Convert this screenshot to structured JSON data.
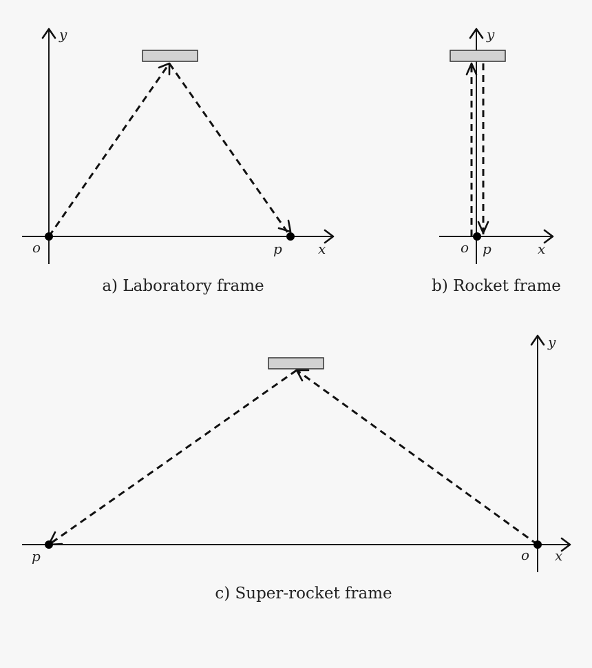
{
  "panels": {
    "a": {
      "caption": "a) Laboratory frame",
      "labels": {
        "origin": "o",
        "point": "p",
        "x_axis": "x",
        "y_axis": "y"
      }
    },
    "b": {
      "caption": "b) Rocket frame",
      "labels": {
        "origin": "o",
        "point": "p",
        "x_axis": "x",
        "y_axis": "y"
      }
    },
    "c": {
      "caption": "c) Super-rocket frame",
      "labels": {
        "origin": "o",
        "point": "p",
        "x_axis": "x",
        "y_axis": "y"
      }
    }
  },
  "colors": {
    "background": "#f7f7f7",
    "mirror_fill": "#d2d2d2",
    "ink": "#111111"
  }
}
